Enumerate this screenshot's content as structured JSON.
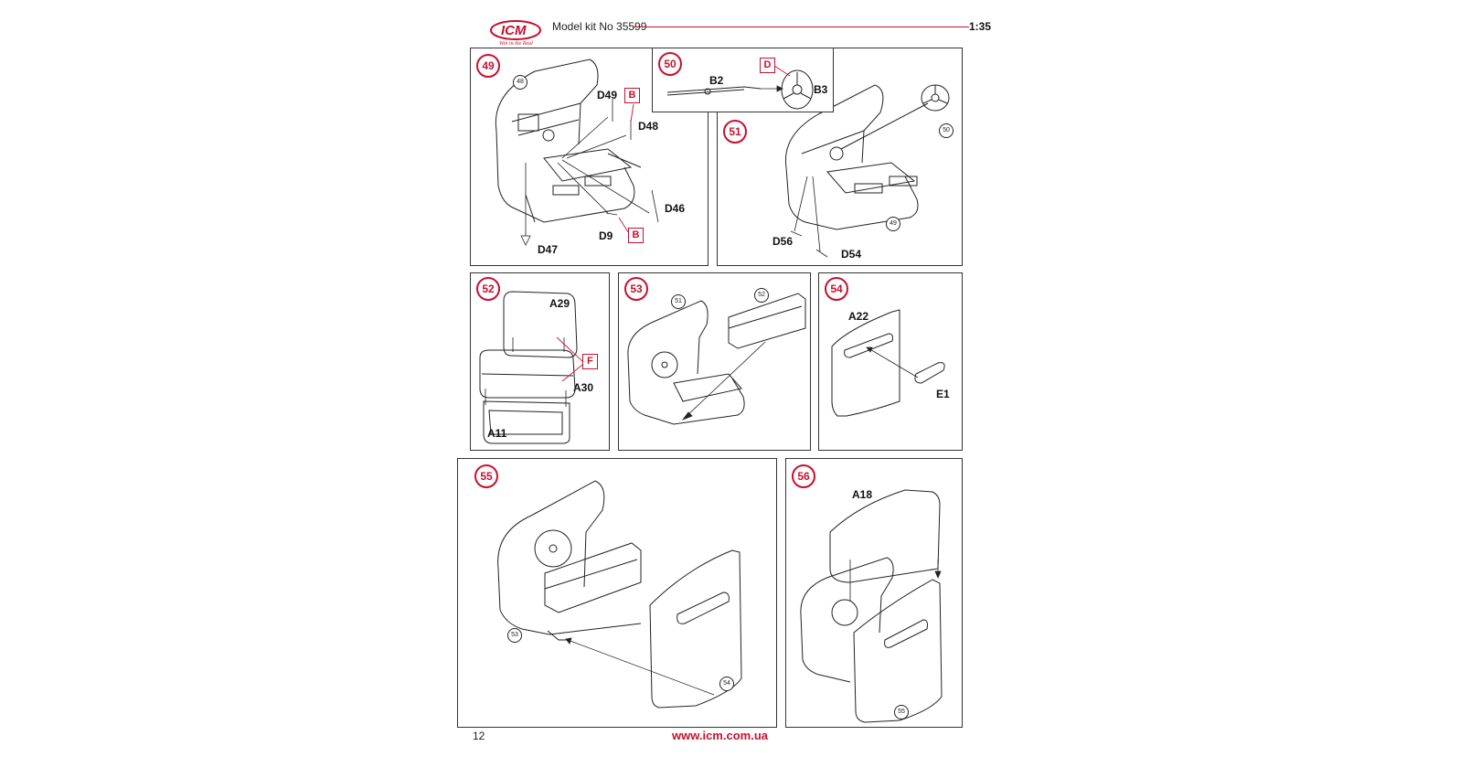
{
  "header": {
    "brand": "ICM",
    "slogan": "Win in the Real",
    "model_kit": "Model kit No 35599",
    "scale": "1:35"
  },
  "colors": {
    "accent": "#c8102e",
    "line": "#333333"
  },
  "steps": {
    "s49": {
      "num": "49",
      "ref": "48",
      "labels": {
        "d49": "D49",
        "d48": "D48",
        "d46": "D46",
        "d9": "D9",
        "d47": "D47"
      },
      "tags": {
        "b1": "B",
        "b2": "B"
      }
    },
    "s50": {
      "num": "50",
      "labels": {
        "b2": "B2",
        "b3": "B3"
      },
      "tags": {
        "d": "D"
      }
    },
    "s51": {
      "num": "51",
      "refs": {
        "r50": "50",
        "r49": "49"
      },
      "labels": {
        "d56": "D56",
        "d54": "D54"
      }
    },
    "s52": {
      "num": "52",
      "labels": {
        "a29": "A29",
        "a30": "A30",
        "a11": "A11"
      },
      "tags": {
        "f": "F"
      }
    },
    "s53": {
      "num": "53",
      "refs": {
        "r51": "51",
        "r52": "52"
      }
    },
    "s54": {
      "num": "54",
      "labels": {
        "a22": "A22",
        "e1": "E1"
      }
    },
    "s55": {
      "num": "55",
      "refs": {
        "r53": "53",
        "r54": "54"
      }
    },
    "s56": {
      "num": "56",
      "labels": {
        "a18": "A18"
      },
      "refs": {
        "r55": "55"
      }
    }
  },
  "footer": {
    "page_number": "12",
    "url": "www.icm.com.ua"
  }
}
